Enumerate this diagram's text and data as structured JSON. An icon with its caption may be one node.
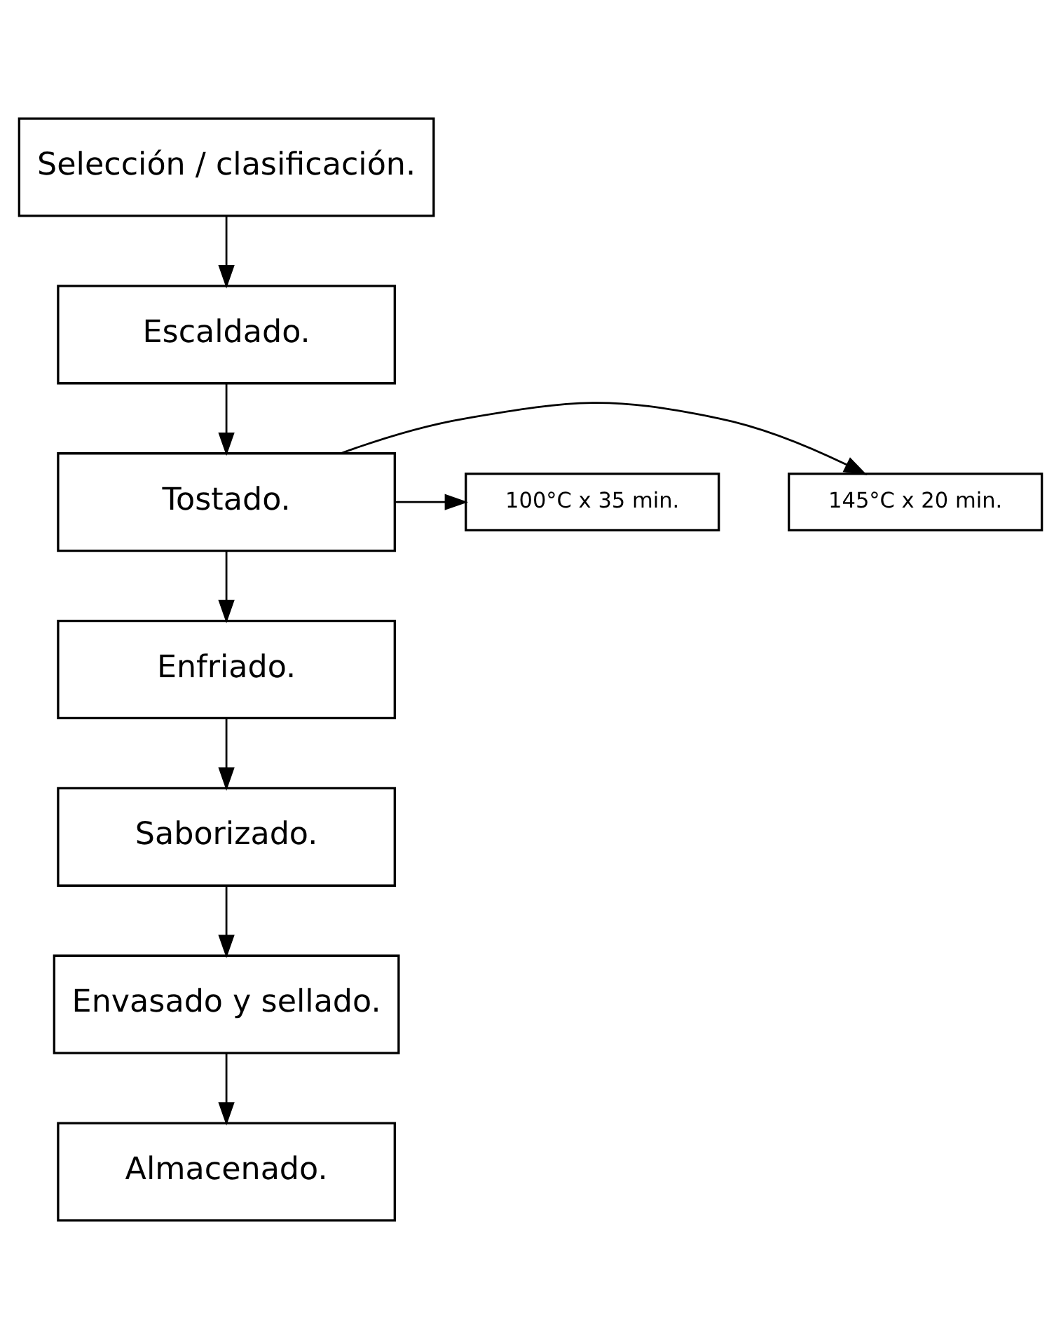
{
  "diagram": {
    "nodes": [
      {
        "text": [
          "Selección / clasificación."
        ]
      },
      {
        "text": [
          "Escaldado."
        ]
      },
      {
        "text": [
          "Tostado."
        ]
      },
      {
        "text": [
          "145°C x 20 min."
        ]
      },
      {
        "text": [
          "100°C x 35 min."
        ]
      },
      {
        "text": [
          "Enfriado."
        ]
      },
      {
        "text": [
          "Saborizado."
        ]
      },
      {
        "text": [
          "Envasado y sellado."
        ]
      },
      {
        "text": [
          "Almacenado."
        ]
      }
    ],
    "edges": [
      {
        "from": 0,
        "to": 1,
        "arrow": "to"
      },
      {
        "from": 1,
        "to": 2,
        "arrow": "to"
      },
      {
        "from": 2,
        "to": 3,
        "arrow": "to"
      },
      {
        "from": 2,
        "to": 4,
        "arrow": "to"
      },
      {
        "from": 2,
        "to": 5,
        "arrow": "to"
      },
      {
        "from": 5,
        "to": 6,
        "arrow": "to"
      },
      {
        "from": 6,
        "to": 7,
        "arrow": "to"
      },
      {
        "from": 7,
        "to": 8,
        "arrow": "to"
      }
    ]
  }
}
